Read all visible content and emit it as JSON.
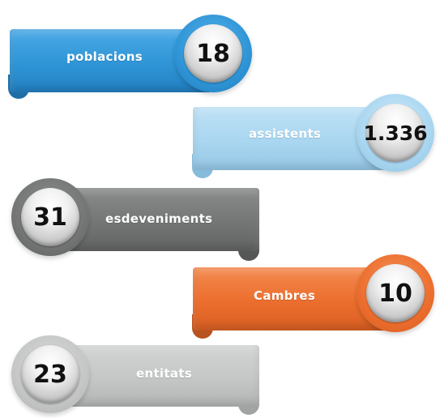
{
  "items": [
    {
      "label": "poblacions",
      "value": "18",
      "color": "#2f95d6"
    },
    {
      "label": "assistents",
      "value": "1.336",
      "color": "#a9d6f0"
    },
    {
      "label": "esdeveniments",
      "value": "31",
      "color": "#747676"
    },
    {
      "label": "Cambres",
      "value": "10",
      "color": "#ec6e2e"
    },
    {
      "label": "entitats",
      "value": "23",
      "color": "#c5c6c6"
    }
  ]
}
